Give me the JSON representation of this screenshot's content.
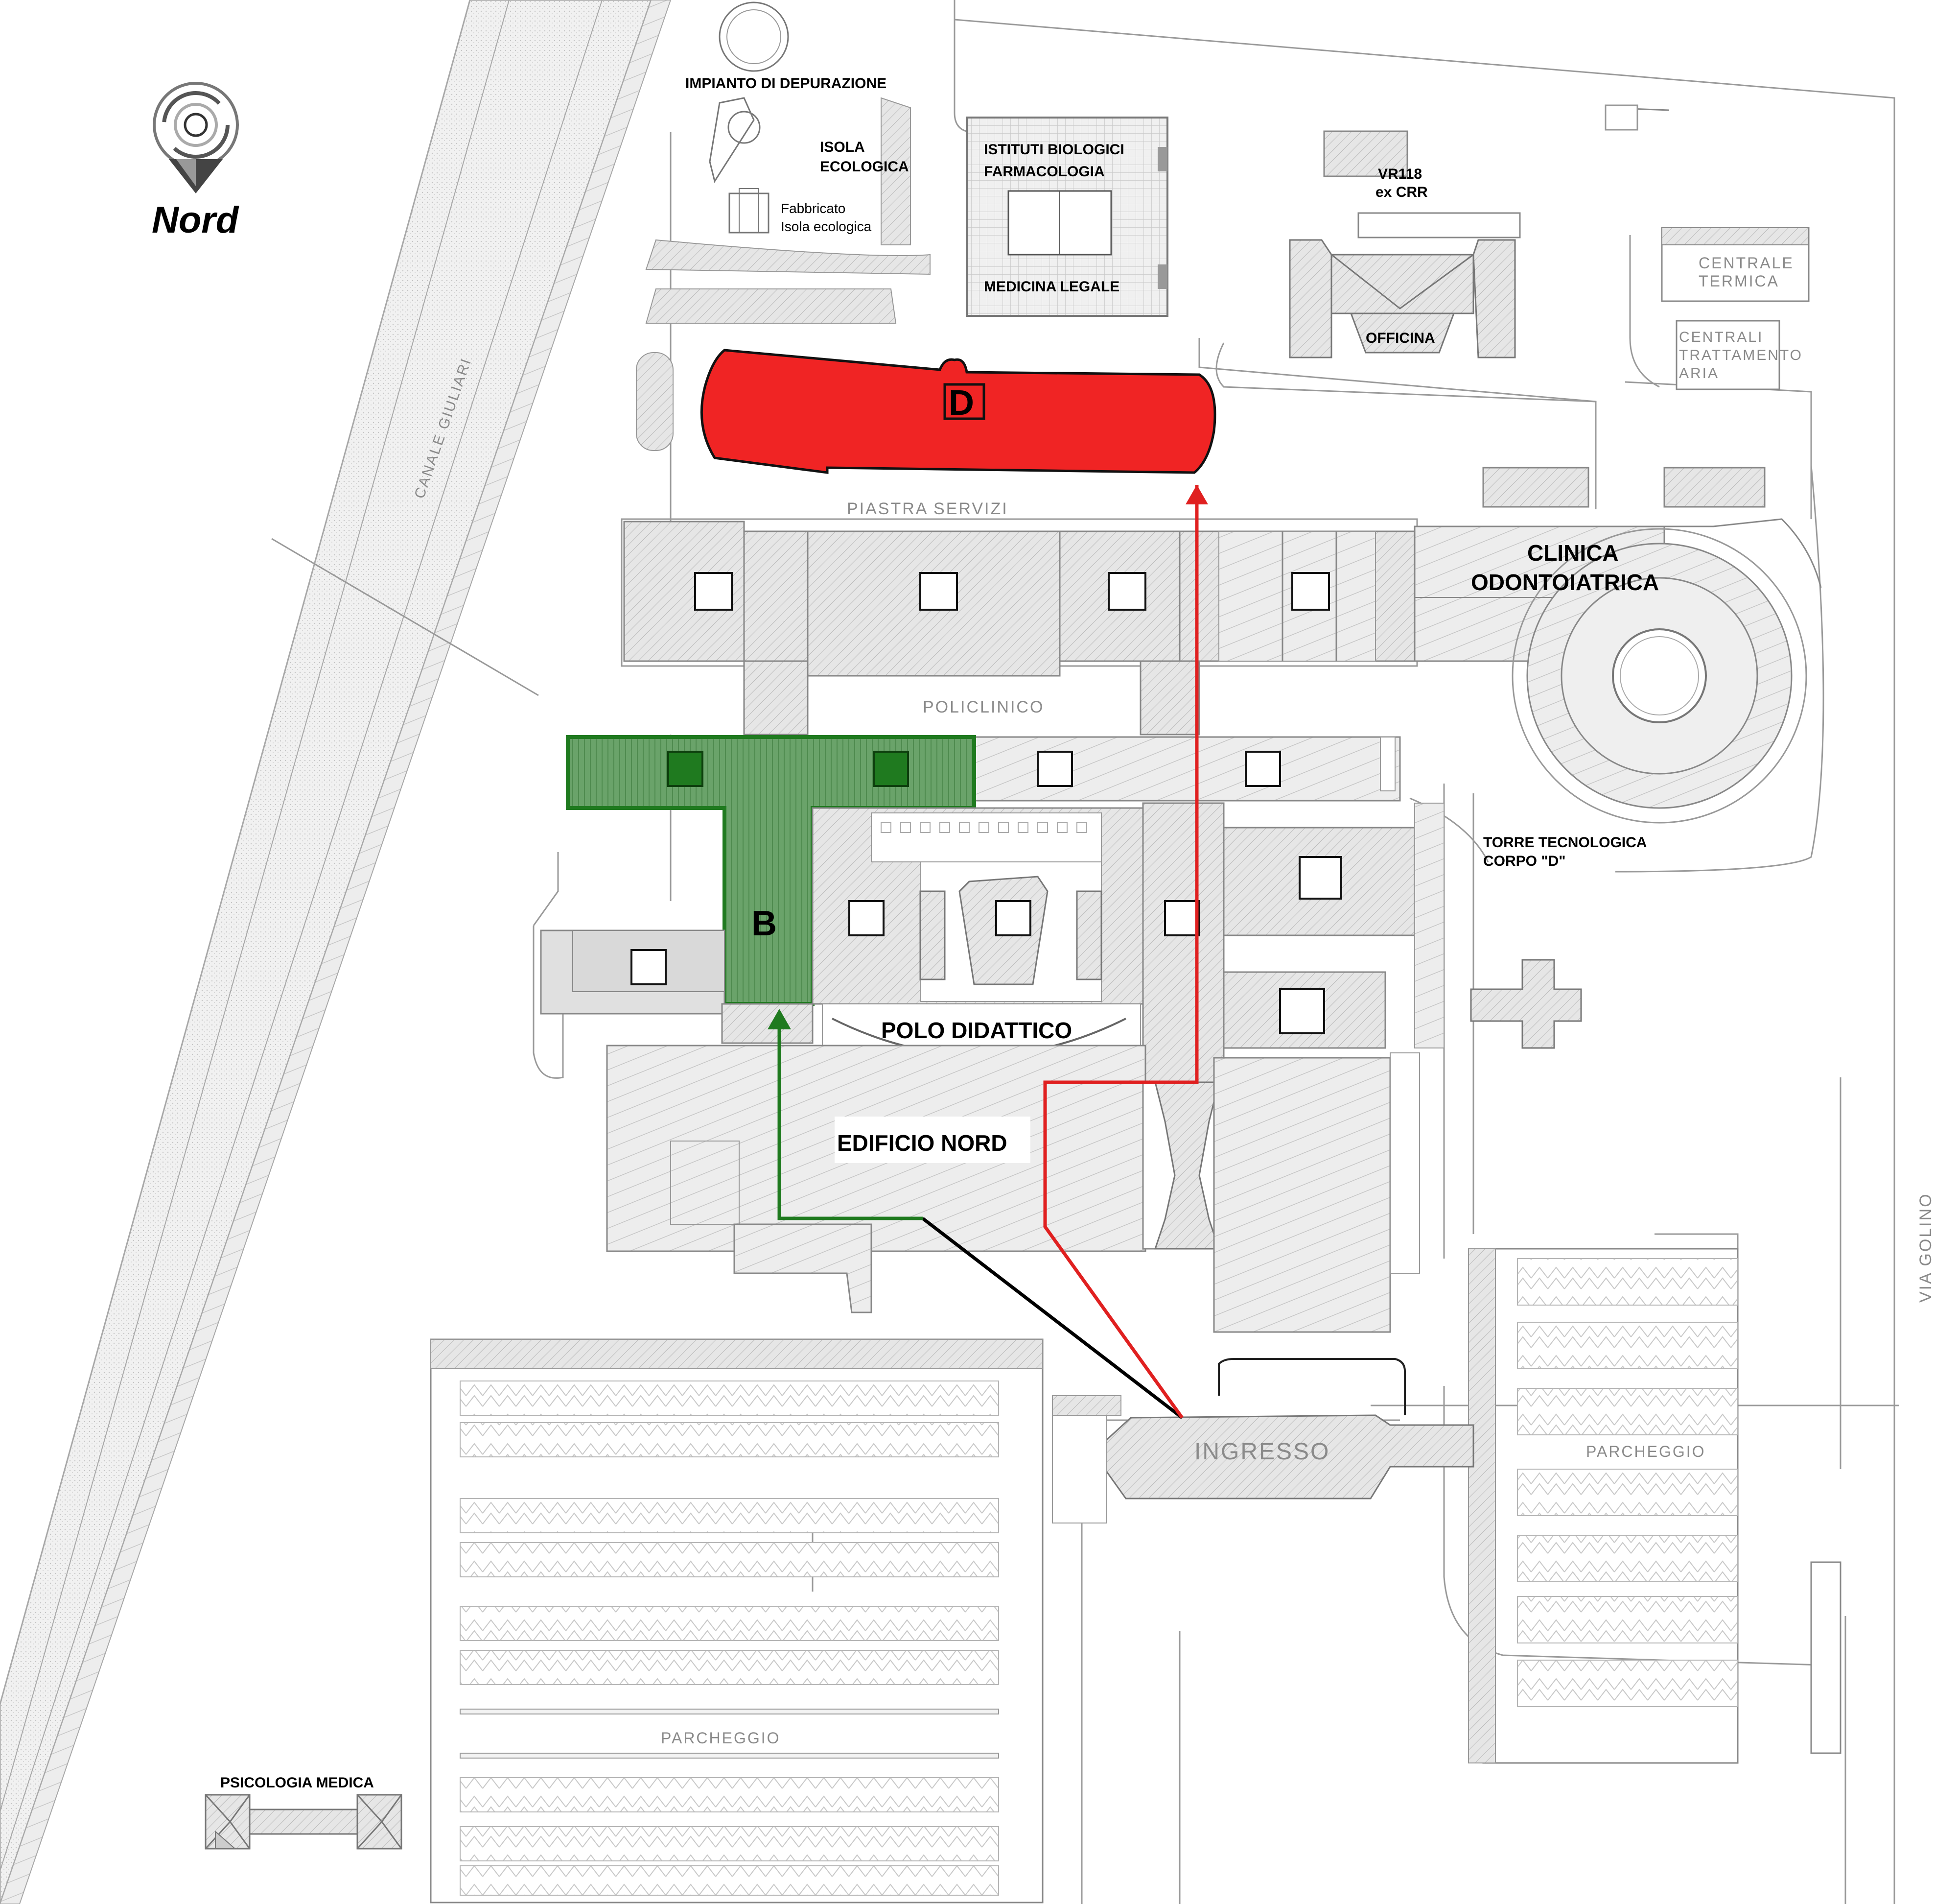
{
  "compass": {
    "label": "Nord",
    "icon": "north-compass-icon"
  },
  "labels": {
    "impianto_depurazione": "IMPIANTO DI DEPURAZIONE",
    "isola_ecologica_1": "ISOLA",
    "isola_ecologica_2": "ECOLOGICA",
    "fabbricato_1": "Fabbricato",
    "fabbricato_2": "Isola ecologica",
    "istituti_1": "ISTITUTI BIOLOGICI",
    "istituti_2": "FARMACOLOGIA",
    "medicina_legale": "MEDICINA LEGALE",
    "vr118_1": "VR118",
    "vr118_2": "ex CRR",
    "officina": "OFFICINA",
    "centrale_termica_1": "CENTRALE",
    "centrale_termica_2": "TERMICA",
    "centrali_aria_1": "CENTRALI",
    "centrali_aria_2": "TRATTAMENTO",
    "centrali_aria_3": "ARIA",
    "canale": "CANALE GIULIARI",
    "piastra_servizi": "PIASTRA SERVIZI",
    "clinica_1": "CLINICA",
    "clinica_2": "ODONTOIATRICA",
    "policlinico": "POLICLINICO",
    "torre_1": "TORRE TECNOLOGICA",
    "torre_2": "CORPO \"D\"",
    "polo_didattico": "POLO DIDATTICO",
    "edificio_nord": "EDIFICIO NORD",
    "via_golino": "VIA GOLINO",
    "ingresso": "INGRESSO",
    "parcheggio_right": "PARCHEGGIO",
    "parcheggio_left": "PARCHEGGIO",
    "psicologia": "PSICOLOGIA MEDICA"
  },
  "highlights": {
    "building_d": {
      "letter": "D",
      "color": "#f02424"
    },
    "building_b": {
      "letter": "B",
      "color": "#1f7a1f",
      "fill": "#6aa36a"
    }
  },
  "routes": {
    "red_color": "#e02020",
    "green_color": "#1f7a1f",
    "black_color": "#000000"
  }
}
